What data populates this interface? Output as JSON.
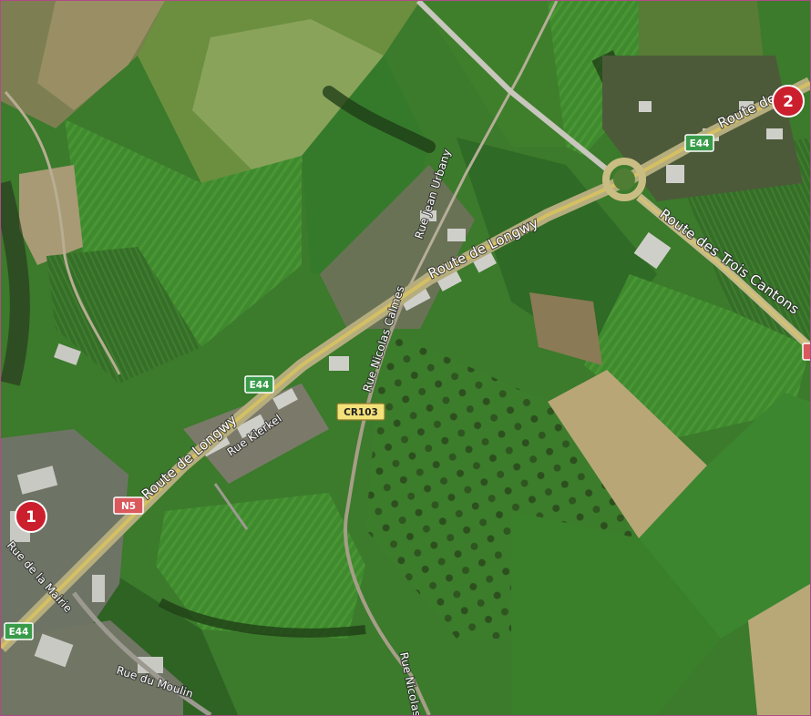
{
  "map": {
    "type": "satellite",
    "markers": [
      {
        "label": "1",
        "color": "#cc1f2e"
      },
      {
        "label": "2",
        "color": "#cc1f2e"
      }
    ],
    "streets": {
      "longwy_main": "Route de Longwy",
      "longwy_secondary": "Route de Longwy",
      "longwy_top": "Route de L",
      "trois_cantons": "Route des Trois Cantons",
      "nicolas_calmes": "Rue Nicolas Calmes",
      "nicolas_lower": "Rue Nicolas",
      "jean_urbany": "Rue Jean Urbany",
      "kierkel": "Rue Kierkel",
      "moulin": "Rue du Moulin",
      "mairie": "Rue de la Mairie"
    },
    "road_shields": {
      "e44_top": "E44",
      "e44_mid": "E44",
      "e44_left": "E44",
      "n5": "N5",
      "cr103": "CR103"
    },
    "shield_colors": {
      "european": "#3a9c4a",
      "national": "#d9595c",
      "regional": "#f3e27a"
    }
  }
}
